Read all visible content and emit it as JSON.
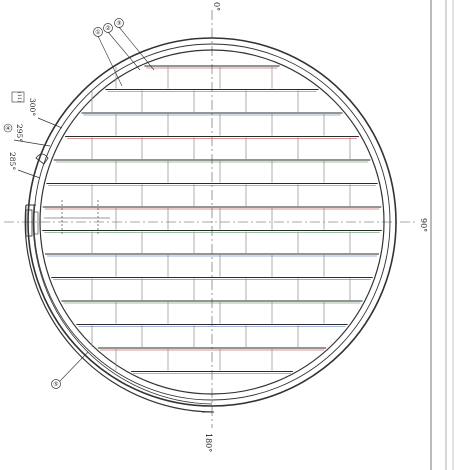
{
  "drawing": {
    "angles": {
      "top": "0°",
      "right": "90°",
      "bottom": "180°",
      "a285": "285°",
      "a295": "295°",
      "a300": "300°"
    },
    "callouts": {
      "c1": "①",
      "c2": "②",
      "c3": "③",
      "c4": "④",
      "c5": "⑤",
      "c11": "(11)"
    },
    "colors": {
      "ink": "#2b2b2b",
      "plank_red": "#c0504d",
      "plank_green": "#5a9a5a",
      "plank_blue": "#5b7fbf",
      "background": "#ffffff"
    }
  }
}
